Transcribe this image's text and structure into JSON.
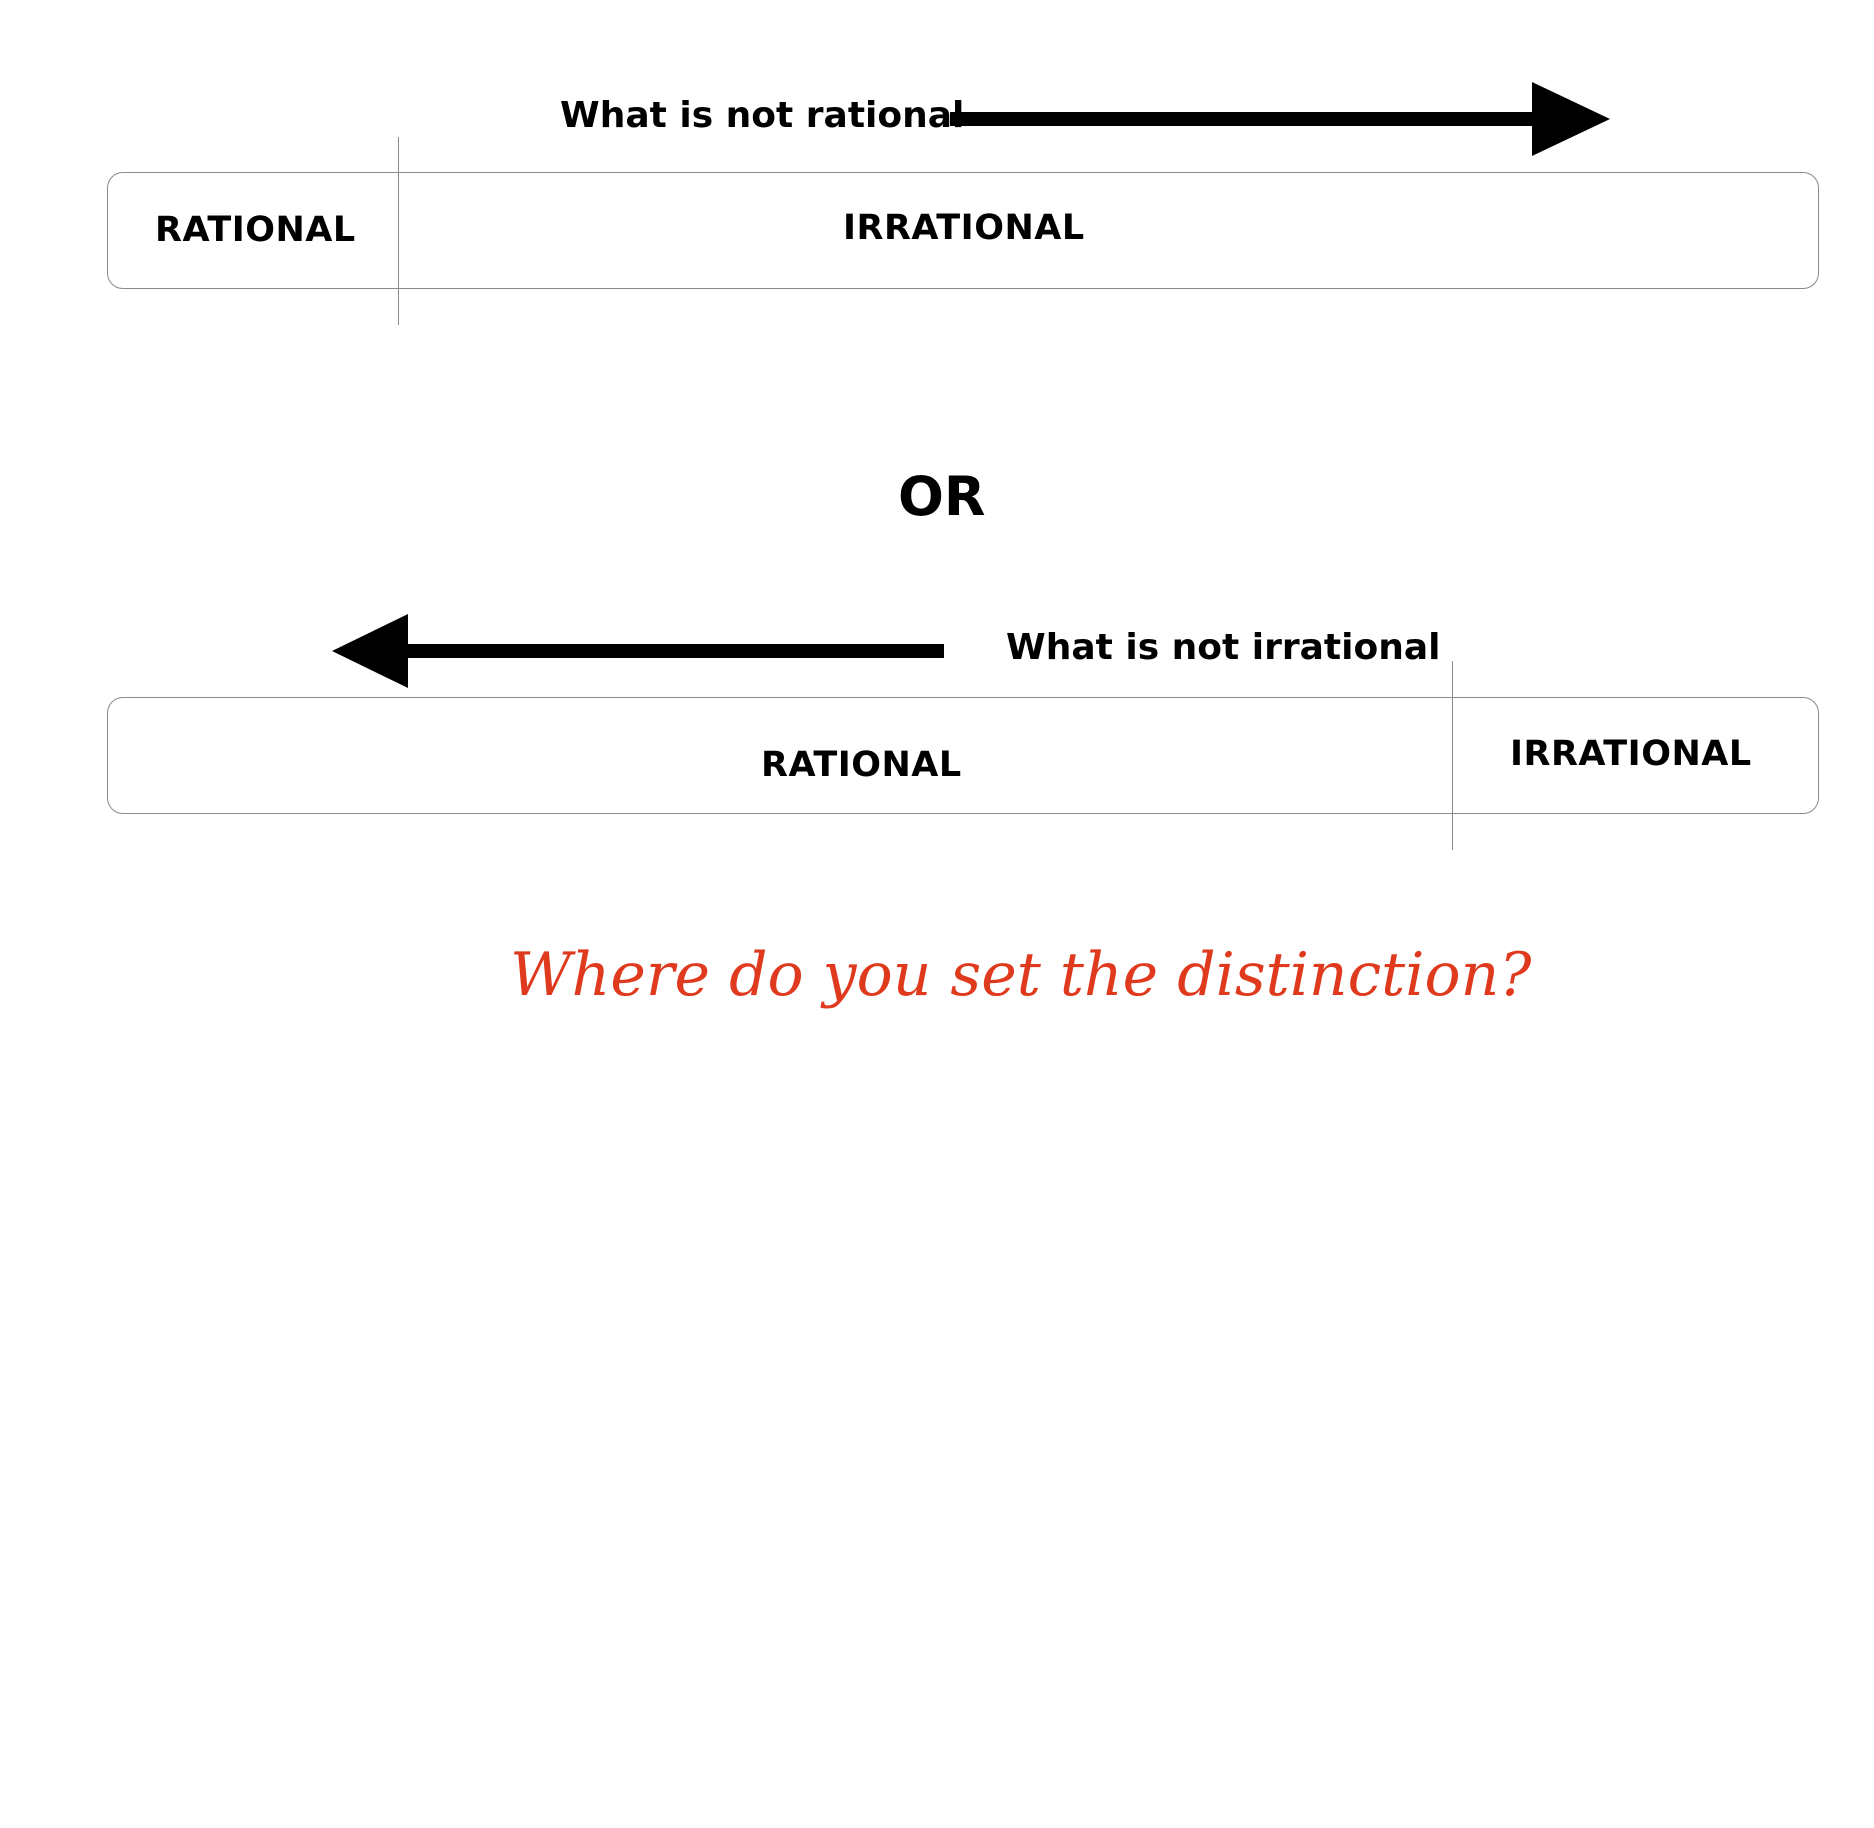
{
  "diagram_top": {
    "arrow_label": "What is not rational",
    "left_label": "RATIONAL",
    "right_label": "IRRATIONAL"
  },
  "separator": {
    "text": "OR"
  },
  "diagram_bottom": {
    "arrow_label": "What is not irrational",
    "left_label": "RATIONAL",
    "right_label": "IRRATIONAL"
  },
  "question": {
    "text": "Where do you set the distinction?",
    "color": "#e03a1e"
  }
}
